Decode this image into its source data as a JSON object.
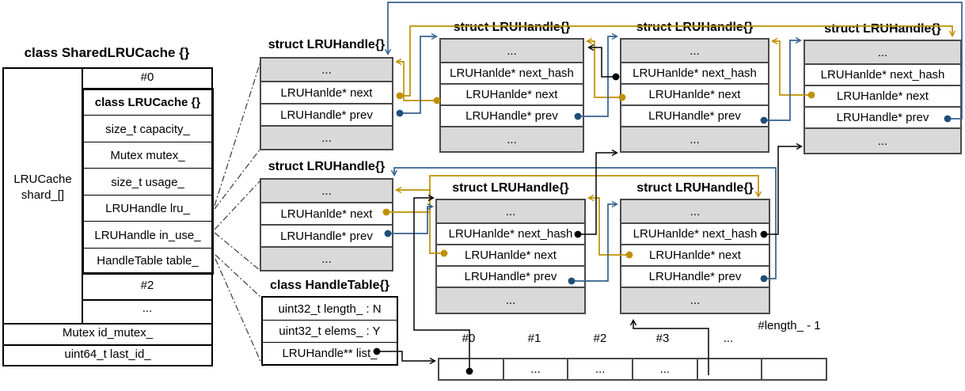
{
  "left_table": {
    "title": "class SharedLRUCache {}",
    "side_label": [
      "LRUCache",
      "shard_[]"
    ],
    "rows": {
      "shard_first": "#0",
      "shard_third": "#2",
      "ellipsis": "..."
    },
    "lru_cache": {
      "title": "class LRUCache {}",
      "fields": [
        "size_t capacity_",
        "Mutex mutex_",
        "size_t usage_",
        "LRUHandle lru_",
        "LRUHandle in_use_",
        "HandleTable table_"
      ]
    },
    "bottom_rows": [
      "Mutex id_mutex_",
      "uint64_t last_id_"
    ]
  },
  "structs": {
    "title": "struct LRUHandle{}",
    "small_rows": [
      "...",
      "LRUHanlde* next",
      "LRUHandle* prev",
      "..."
    ],
    "full_rows": [
      "...",
      "LRUHanlde* next_hash",
      "LRUHanlde* next",
      "LRUHandle* prev",
      "..."
    ]
  },
  "handle_table": {
    "title": "class HandleTable{}",
    "rows": [
      "uint32_t length_ : N",
      "uint32_t elems_ : Y",
      "LRUHandle** list_"
    ]
  },
  "bucket_array": {
    "labels": [
      "#0",
      "#1",
      "#2",
      "#3",
      "...",
      "#length_ - 1"
    ],
    "cells": [
      "",
      "...",
      "...",
      "...",
      "",
      ""
    ]
  },
  "colors": {
    "next_link": "#BF9000",
    "prev_link": "#35618E",
    "hash_link": "#000000",
    "row_fill": "#D9D9D9"
  }
}
